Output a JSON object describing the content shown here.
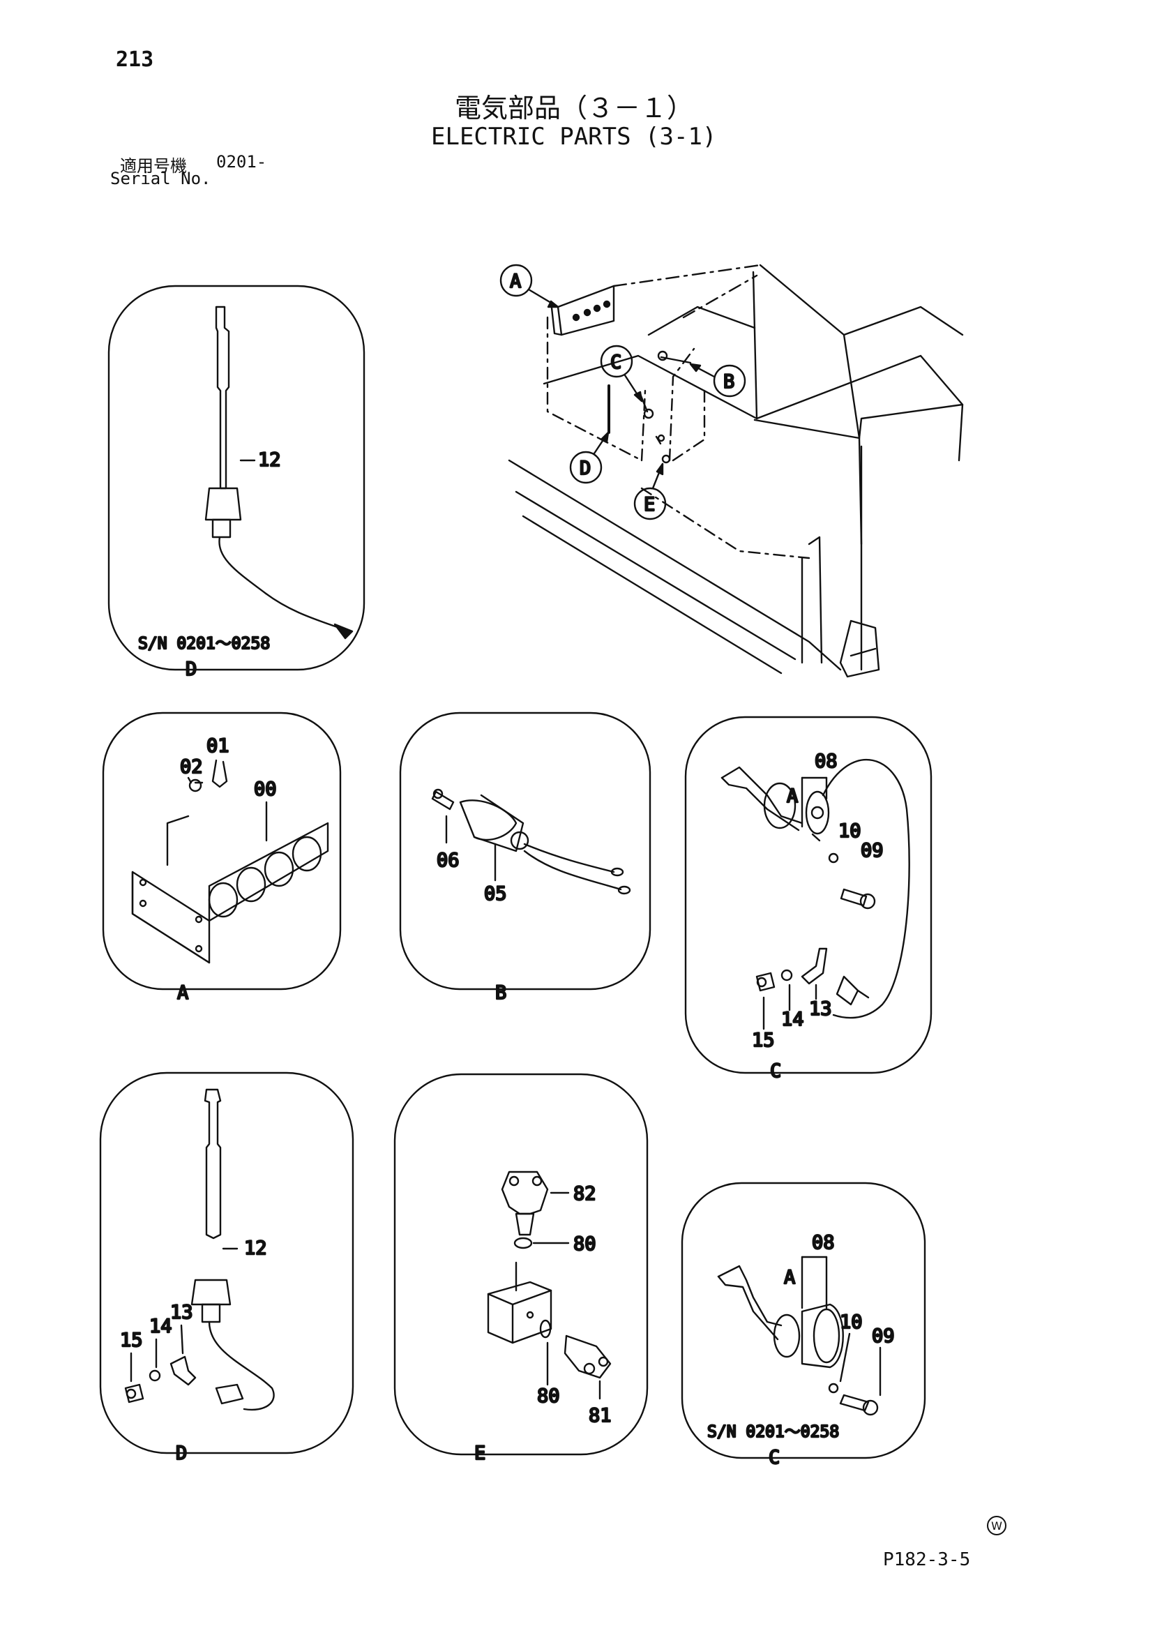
{
  "header": {
    "page_number": "213",
    "title_jp": "電気部品（３－１）",
    "title_en": "ELECTRIC PARTS (3-1)",
    "serial_label_jp": "適用号機",
    "serial_from": "0201-",
    "serial_label_en": "Serial No."
  },
  "overview": {
    "callouts": [
      "A",
      "B",
      "C",
      "D",
      "E"
    ]
  },
  "panels": [
    {
      "view": "D",
      "note": "S/N 0201～0258",
      "parts": [
        "12"
      ]
    },
    {
      "view": "A",
      "parts": [
        "01",
        "02",
        "00"
      ]
    },
    {
      "view": "B",
      "parts": [
        "06",
        "05"
      ]
    },
    {
      "view": "C",
      "parts": [
        "08",
        "A",
        "10",
        "09",
        "13",
        "14",
        "15"
      ]
    },
    {
      "view": "D",
      "parts": [
        "12",
        "13",
        "14",
        "15"
      ]
    },
    {
      "view": "E",
      "parts": [
        "82",
        "80",
        "80",
        "81"
      ]
    },
    {
      "view": "C",
      "note": "S/N 0201～0258",
      "parts": [
        "08",
        "A",
        "10",
        "09"
      ]
    }
  ],
  "footer": {
    "stamp": "W",
    "diagram_code": "P182-3-5"
  }
}
